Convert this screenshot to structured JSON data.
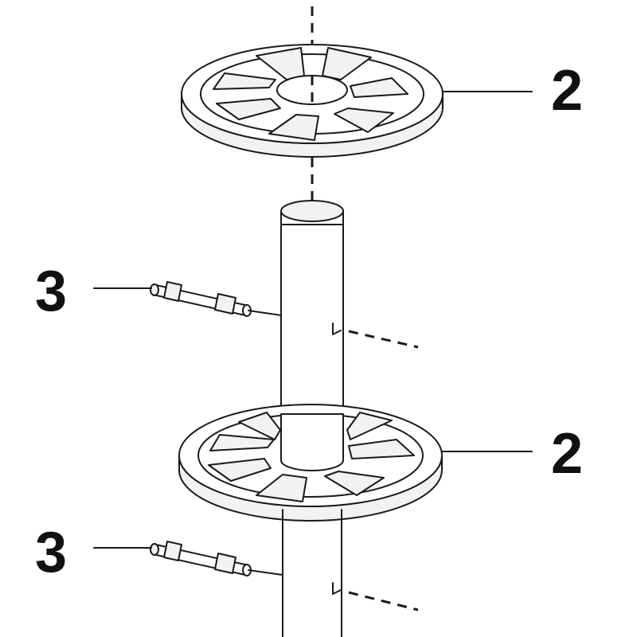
{
  "callouts": {
    "hub_top": "2",
    "hub_bottom": "2",
    "pin_top": "3",
    "pin_bottom": "3"
  },
  "colors": {
    "line": "#1a1a1a",
    "fill": "#ffffff",
    "shade": "#f2f2f2"
  }
}
